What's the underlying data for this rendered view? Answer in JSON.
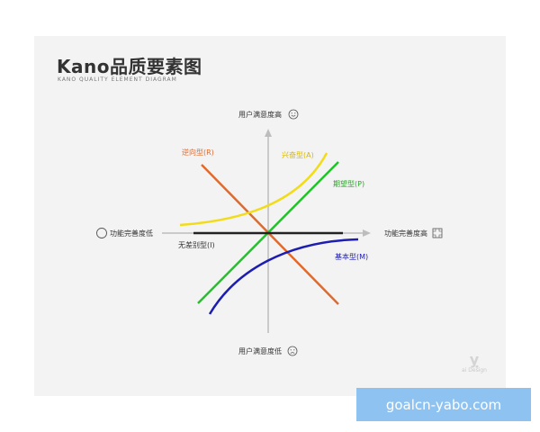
{
  "header": {
    "title": "Kano品质要素图",
    "subtitle": "KANO QUALITY ELEMENT DIAGRAM"
  },
  "axes": {
    "top": "用户满意度高",
    "bottom": "用户满意度低",
    "left": "功能完善度低",
    "right": "功能完善度高",
    "top_icon": "smile-face-icon",
    "bottom_icon": "sad-face-icon",
    "left_icon": "circle-outline-icon",
    "right_icon": "full-frame-icon"
  },
  "curves": [
    {
      "key": "reverse",
      "label": "逆向型(R)",
      "color": "#e06a2c"
    },
    {
      "key": "attractive",
      "label": "兴奋型(A)",
      "color": "#f2dc1a"
    },
    {
      "key": "performance",
      "label": "期望型(P)",
      "color": "#22c22a"
    },
    {
      "key": "indifferent",
      "label": "无差别型(I)",
      "color": "#222222"
    },
    {
      "key": "must_be",
      "label": "基本型(M)",
      "color": "#1d1db0"
    }
  ],
  "brand": {
    "mark": "ỵ",
    "text": "ai Design"
  },
  "watermark": {
    "text": "goalcn-yabo.com"
  }
}
